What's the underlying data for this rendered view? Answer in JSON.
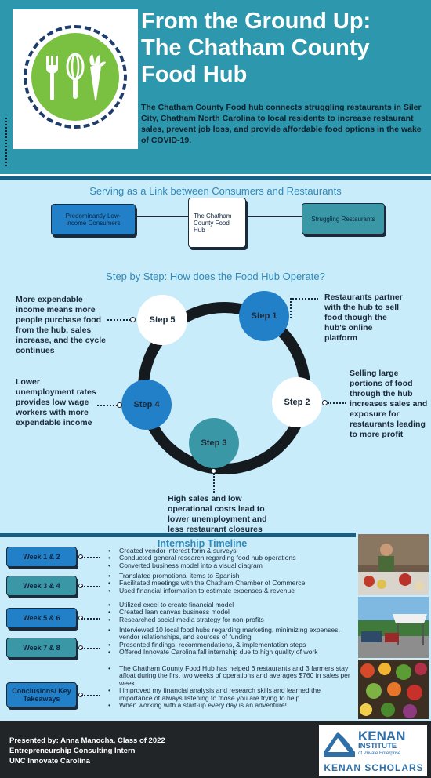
{
  "header": {
    "title_line1": "From the Ground Up:",
    "title_line2": "The Chatham County",
    "title_line3": "Food Hub",
    "intro": "The Chatham County Food hub connects struggling restaurants in Siler City, Chatham North Carolina to local residents to increase restaurant sales, prevent job loss, and provide affordable food options in the wake of COVID-19."
  },
  "link_section": {
    "heading": "Serving as a  Link between Consumers and Restaurants",
    "left_box": "Predominantly Low-income Consumers",
    "center_box": "The Chatham County Food Hub",
    "right_box": "Struggling Restaurants"
  },
  "cycle": {
    "heading": "Step by Step: How does the Food Hub Operate?",
    "steps": [
      "Step 1",
      "Step 2",
      "Step 3",
      "Step 4",
      "Step 5"
    ],
    "step1_text": "Restaurants partner with the hub to sell food though the hub's online platform",
    "step2_text": "Selling large portions of food through the hub increases sales and exposure for restaurants leading to more profit",
    "step3_text": "High sales and low operational costs lead to lower unemployment and less restaurant closures",
    "step4_text": "Lower unemployment rates provides low wage workers with more expendable income",
    "step5_text": "More expendable income means more people purchase food from the hub, sales increase, and the cycle continues"
  },
  "timeline": {
    "heading": "Internship Timeline",
    "weeks": [
      {
        "label": "Week 1 & 2",
        "items": [
          "Created vendor interest form & surveys",
          "Conducted general research regarding food hub operations",
          "Converted business model into a visual diagram"
        ]
      },
      {
        "label": "Week 3 & 4",
        "items": [
          "Translated promotional items to Spanish",
          "Facilitated meetings with the Chatham Chamber of Commerce",
          "Used financial information to estimate expenses & revenue"
        ]
      },
      {
        "label": "Week 5 & 6",
        "items": [
          "Utilized excel to create financial model",
          "Created lean canvas business model",
          "Researched social media strategy for non-profits"
        ]
      },
      {
        "label": "Week 7 & 8",
        "items": [
          "Interviewed 10 local food hubs regarding marketing, minimizing expenses, vendor relationships, and sources of funding",
          "Presented findings, recommendations, & implementation steps",
          "Offered Innovate Carolina fall internship due to high quality of work"
        ]
      },
      {
        "label": "Conclusions/ Key Takeaways",
        "items": [
          "The Chatham County Food Hub has helped 6 restaurants and 3 farmers stay afloat during the first two weeks of operations and averages $760 in sales per week",
          "I improved my financial analysis and research skills and learned the importance of always listening to those you are trying to help",
          "When working with a start-up every day is an adventure!"
        ]
      }
    ]
  },
  "footer": {
    "line1": "Presented by: Anna Manocha, Class of 2022",
    "line2": "Entrepreneurship Consulting Intern",
    "line3": "UNC Innovate Carolina",
    "logo_line1": "KENAN",
    "logo_line2": "INSTITUTE",
    "logo_line3": "of Private Enterprise",
    "logo_line4": "KENAN SCHOLARS"
  },
  "colors": {
    "header_bg": "#2d97ad",
    "page_bg": "#c9ecfa",
    "accent_blue": "#2180c8",
    "accent_teal": "#3a97a6",
    "logo_green": "#7ac142",
    "footer_bg": "#222528"
  }
}
